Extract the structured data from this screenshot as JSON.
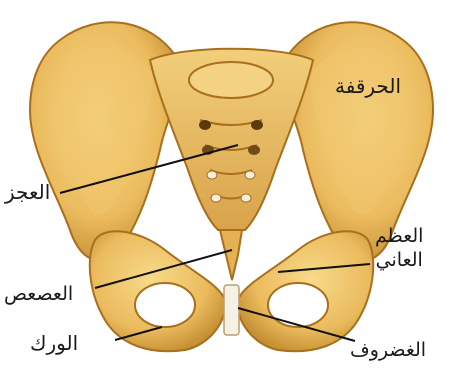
{
  "diagram": {
    "labels": {
      "ilium": "الحرقفة",
      "sacrum": "العجز",
      "pubis_line1": "العظم",
      "pubis_line2": "العاني",
      "coccyx": "العصعص",
      "cartilage": "الغضروف",
      "hip": "الورك"
    },
    "colors": {
      "bone_light": "#f3cf79",
      "bone_mid": "#e6b153",
      "bone_dark": "#b07a26",
      "shadow": "#6e4a16",
      "cartilage": "#f4f1e6",
      "leader_line": "#111111"
    }
  }
}
